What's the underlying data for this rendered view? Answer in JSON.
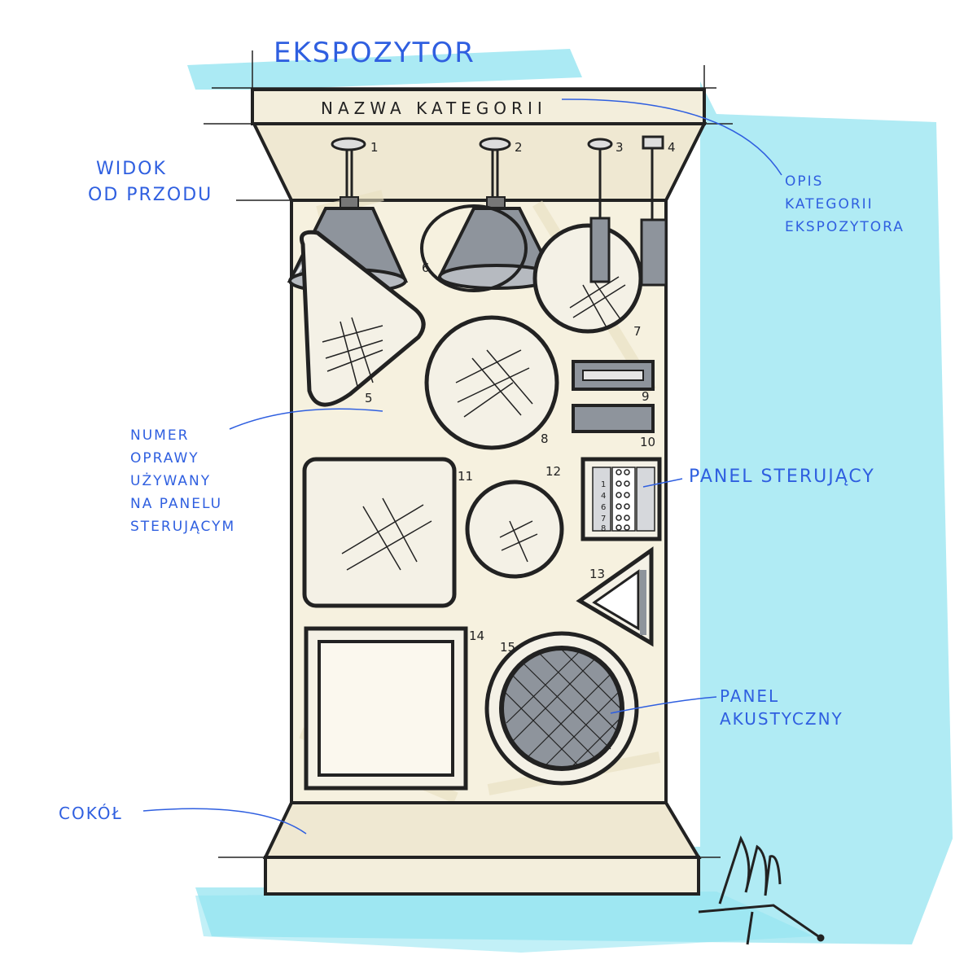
{
  "title": "EKSPOZYTOR",
  "header_label": "NAZWA KATEGORII",
  "view_label": [
    "WIDOK",
    "OD PRZODU"
  ],
  "annotations": {
    "category_desc": [
      "OPIS",
      "KATEGORII",
      "EKSPOZYTORA"
    ],
    "fixture_number": [
      "NUMER",
      "OPRAWY",
      "UŻYWANY",
      "NA PANELU",
      "STERUJĄCYM"
    ],
    "control_panel": "PANEL STERUJĄCY",
    "acoustic_panel": [
      "PANEL",
      "AKUSTYCZNY"
    ],
    "plinth": "COKÓŁ"
  },
  "fixture_numbers": [
    "1",
    "2",
    "3",
    "4",
    "5",
    "6",
    "7",
    "8",
    "9",
    "10",
    "11",
    "12",
    "13",
    "14",
    "15"
  ],
  "control_panel_numbers": [
    "1",
    "4",
    "6",
    "7",
    "8"
  ],
  "colors": {
    "ink": "#222222",
    "annotation": "#2f5fe0",
    "marker": "#8fe3f0",
    "panel": "#f3eedc",
    "lamp": "#8e949c"
  }
}
